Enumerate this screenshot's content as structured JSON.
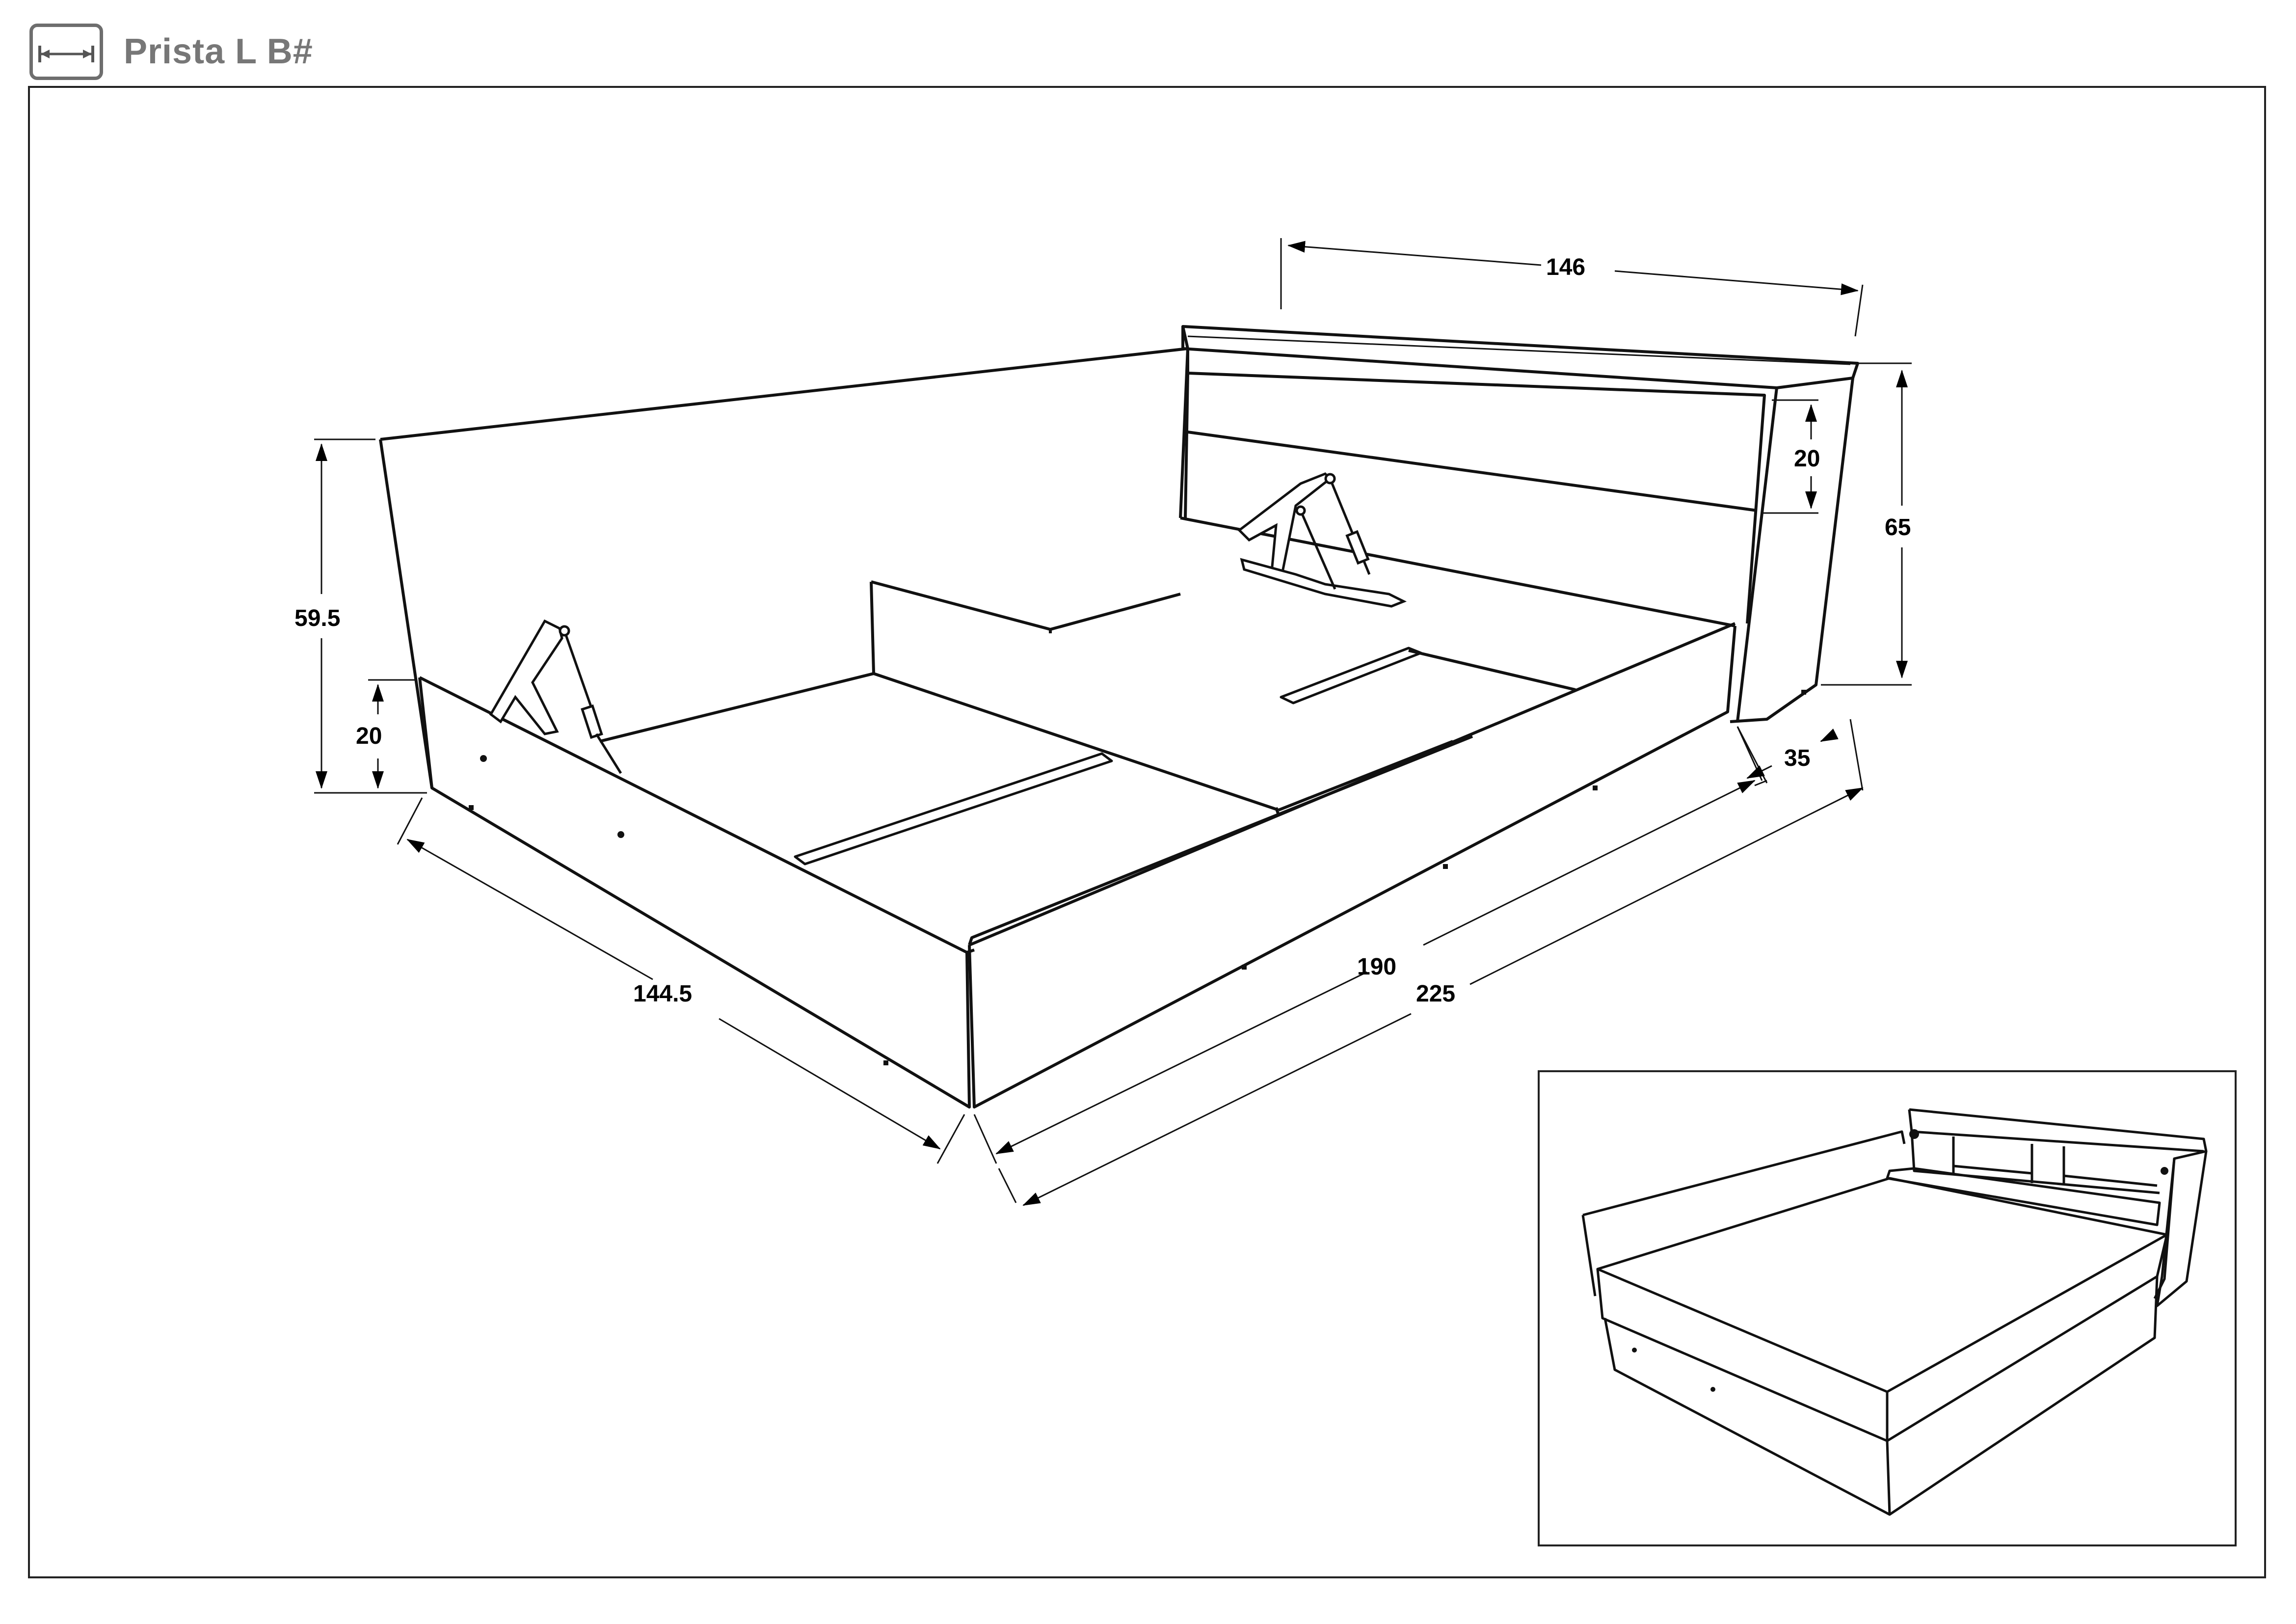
{
  "header": {
    "icon": "dimension-arrows-icon",
    "title": "Prista L B#"
  },
  "dimensions": {
    "width_top": "146",
    "height_total": "65",
    "headboard_shelf": "20",
    "headboard_depth": "35",
    "side_height": "59.5",
    "side_low": "20",
    "width_front": "144.5",
    "length_inner": "190",
    "length_total": "225"
  },
  "colors": {
    "line": "#111111",
    "title": "#777777"
  }
}
